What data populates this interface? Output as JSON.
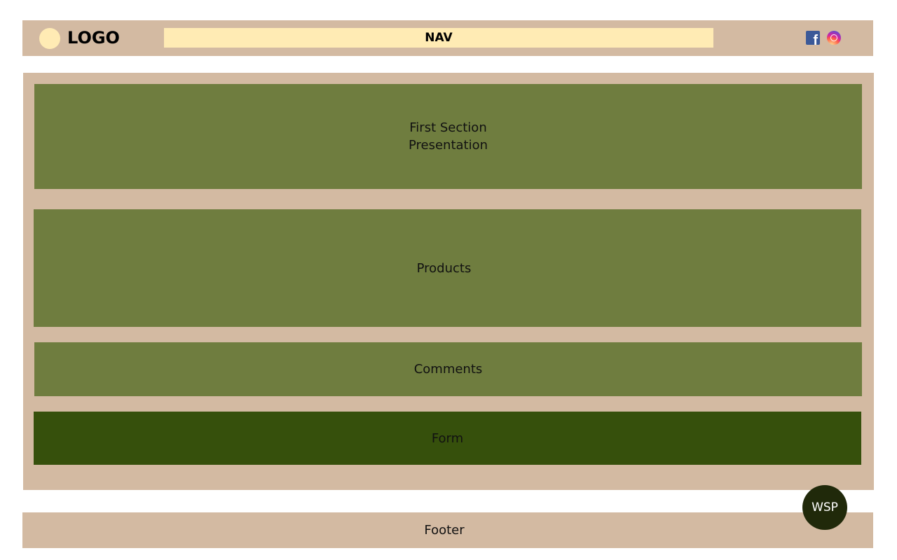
{
  "header": {
    "logo_text": "LOGO",
    "nav_label": "NAV",
    "social": [
      {
        "icon": "facebook-icon"
      },
      {
        "icon": "instagram-icon"
      }
    ]
  },
  "sections": {
    "first_section_title": "First Section",
    "first_section_subtitle": "Presentation",
    "products": "Products",
    "comments": "Comments",
    "form": "Form"
  },
  "footer": {
    "label": "Footer"
  },
  "floating_button": {
    "label": "WSP"
  },
  "colors": {
    "header_bg": "#d3baa2",
    "nav_bg": "#ffebb4",
    "section_bg": "#6f7d3f",
    "form_bg": "#36500c",
    "wsp_bg": "#20290a"
  }
}
